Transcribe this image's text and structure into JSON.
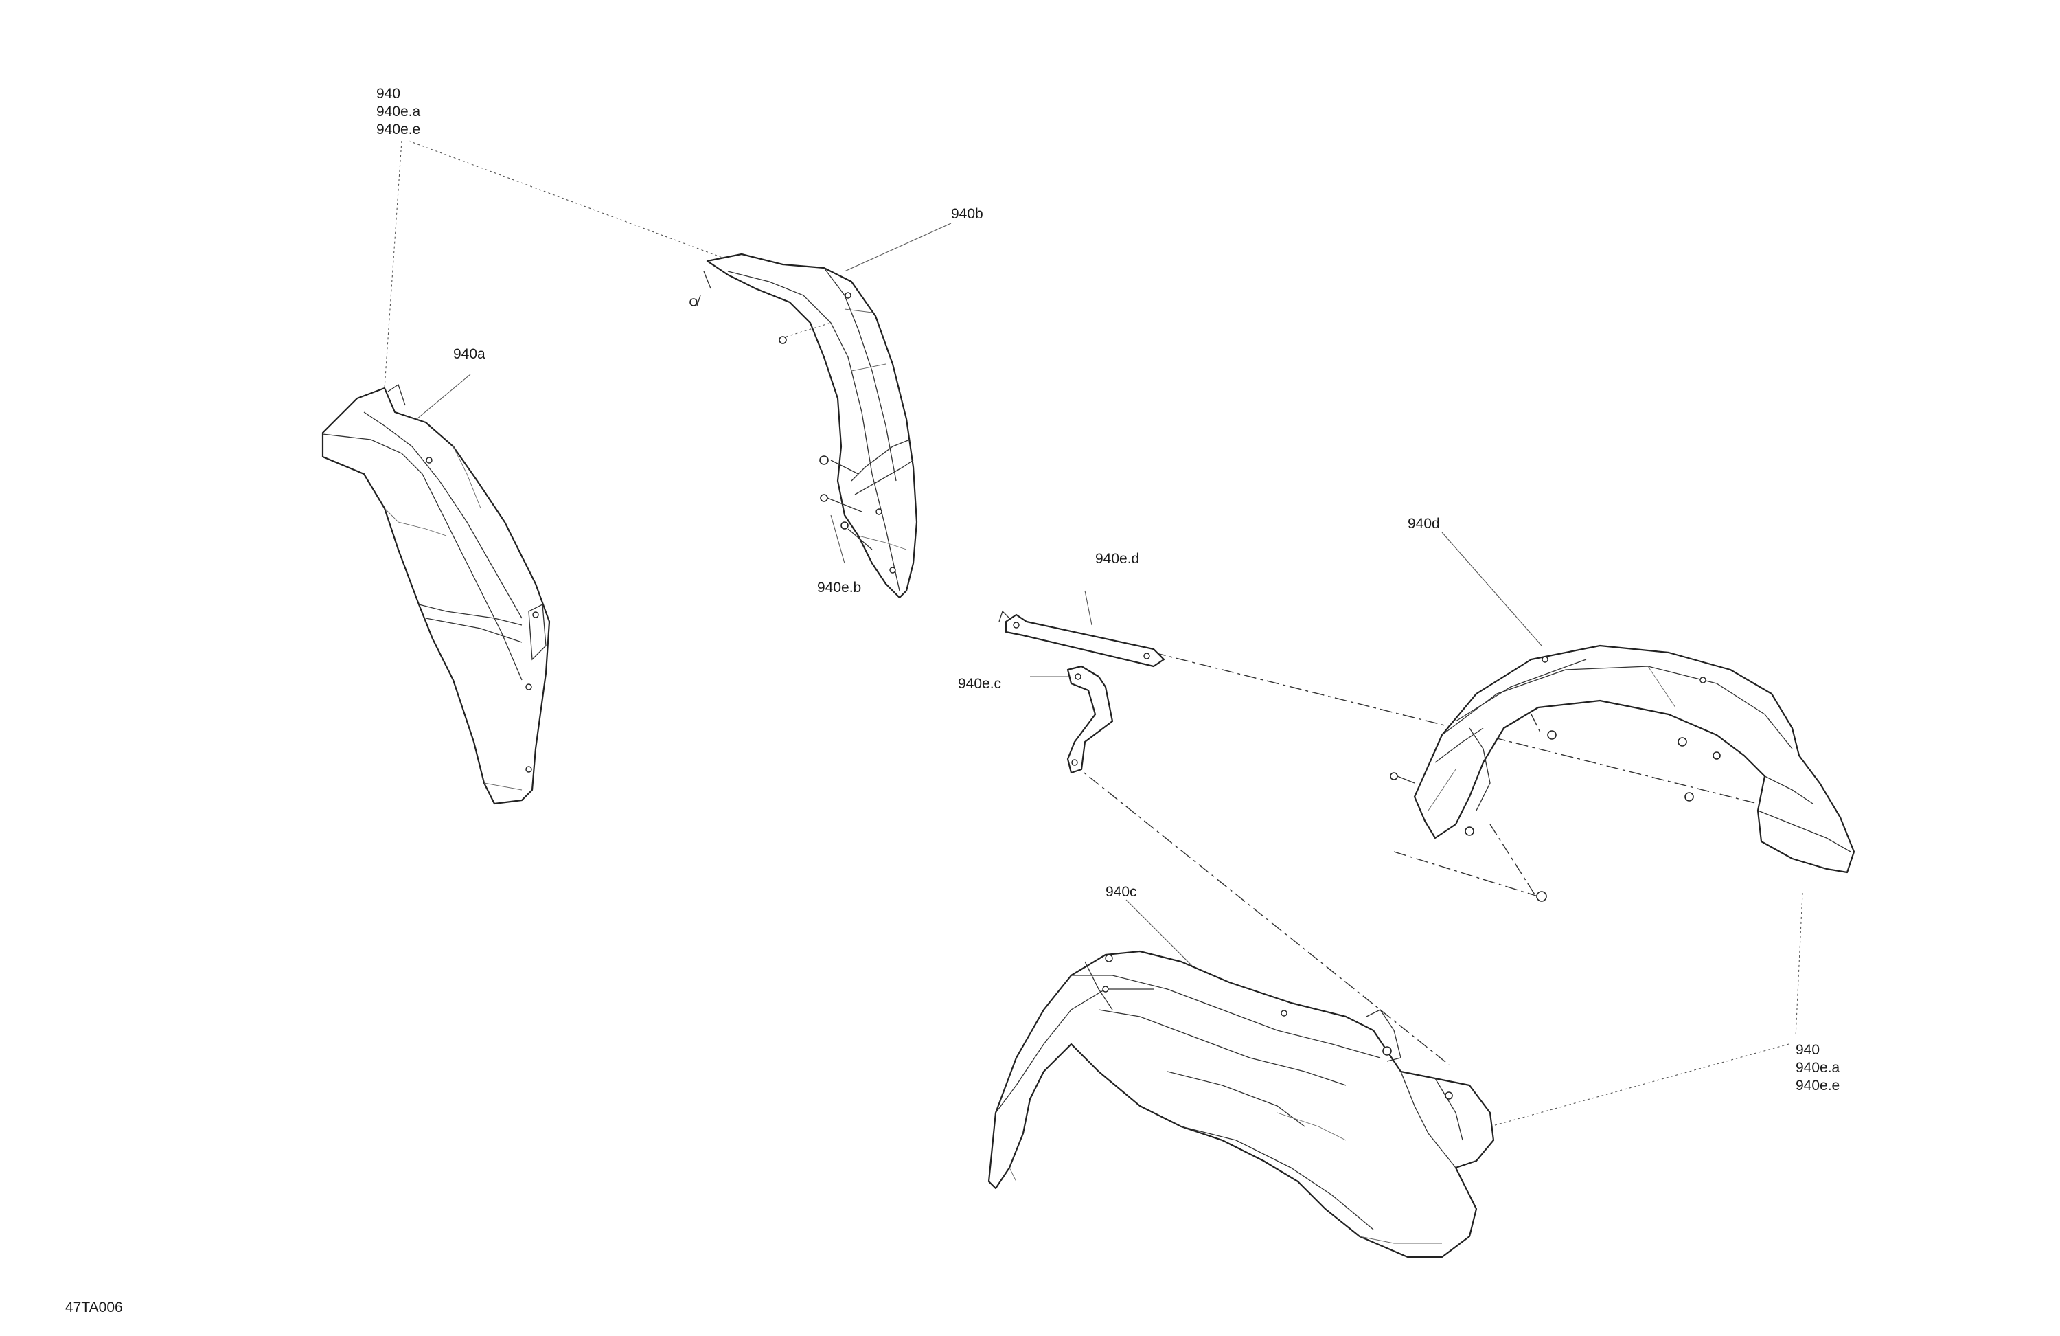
{
  "figure_code": "47TA006",
  "callouts": {
    "group_top_left": [
      "940",
      "940e.a",
      "940e.e"
    ],
    "group_bottom_right": [
      "940",
      "940e.a",
      "940e.e"
    ],
    "part_940a": "940a",
    "part_940b": "940b",
    "part_940c": "940c",
    "part_940d": "940d",
    "part_940eb": "940e.b",
    "part_940ec": "940e.c",
    "part_940ed": "940e.d"
  }
}
